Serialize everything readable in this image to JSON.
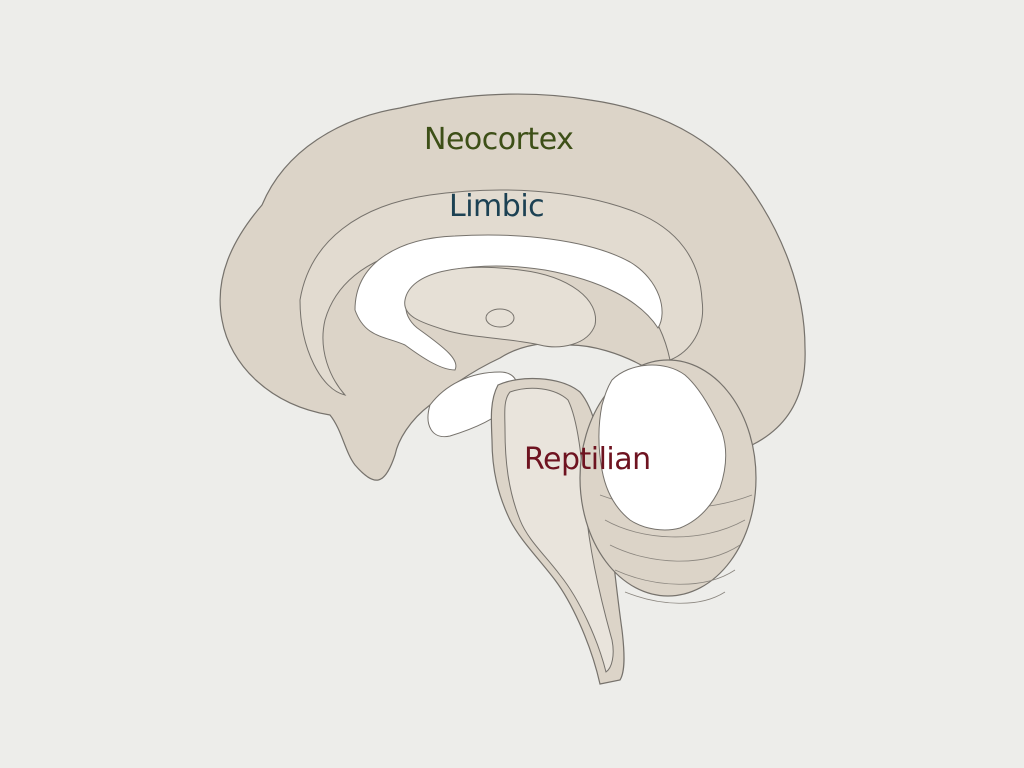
{
  "labels": {
    "neocortex": "Neocortex",
    "limbic": "Limbic",
    "reptilian": "Reptilian"
  },
  "colors": {
    "background": "#ededea",
    "tissue": "#dcd4c8",
    "tissue_light": "#e6e0d6",
    "outline": "#76726c",
    "ventricle": "#ffffff",
    "neocortex_label": "#3d4f17",
    "limbic_label": "#1c4153",
    "reptilian_label": "#6e1320"
  }
}
